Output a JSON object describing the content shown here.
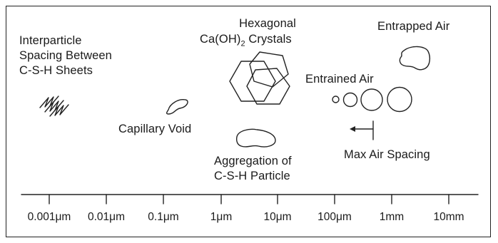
{
  "labels": {
    "interparticle": [
      "Interparticle",
      "Spacing Between",
      "C-S-H Sheets"
    ],
    "hexagonal": [
      "Hexagonal"
    ],
    "hexagonal_line2_prefix": "Ca(OH)",
    "hexagonal_sub": "2",
    "hexagonal_line2_suffix": " Crystals",
    "entrapped_air": "Entrapped Air",
    "entrained_air": "Entrained Air",
    "capillary_void": "Capillary Void",
    "aggregation": [
      "Aggregation of",
      "C-S-H Particle"
    ],
    "max_air_spacing": "Max Air Spacing"
  },
  "scale": {
    "ticks": [
      "0.001μm",
      "0.01μm",
      "0.1μm",
      "1μm",
      "10μm",
      "100μm",
      "1mm",
      "10mm"
    ]
  },
  "colors": {
    "stroke": "#222222",
    "text": "#1a1a1a"
  }
}
